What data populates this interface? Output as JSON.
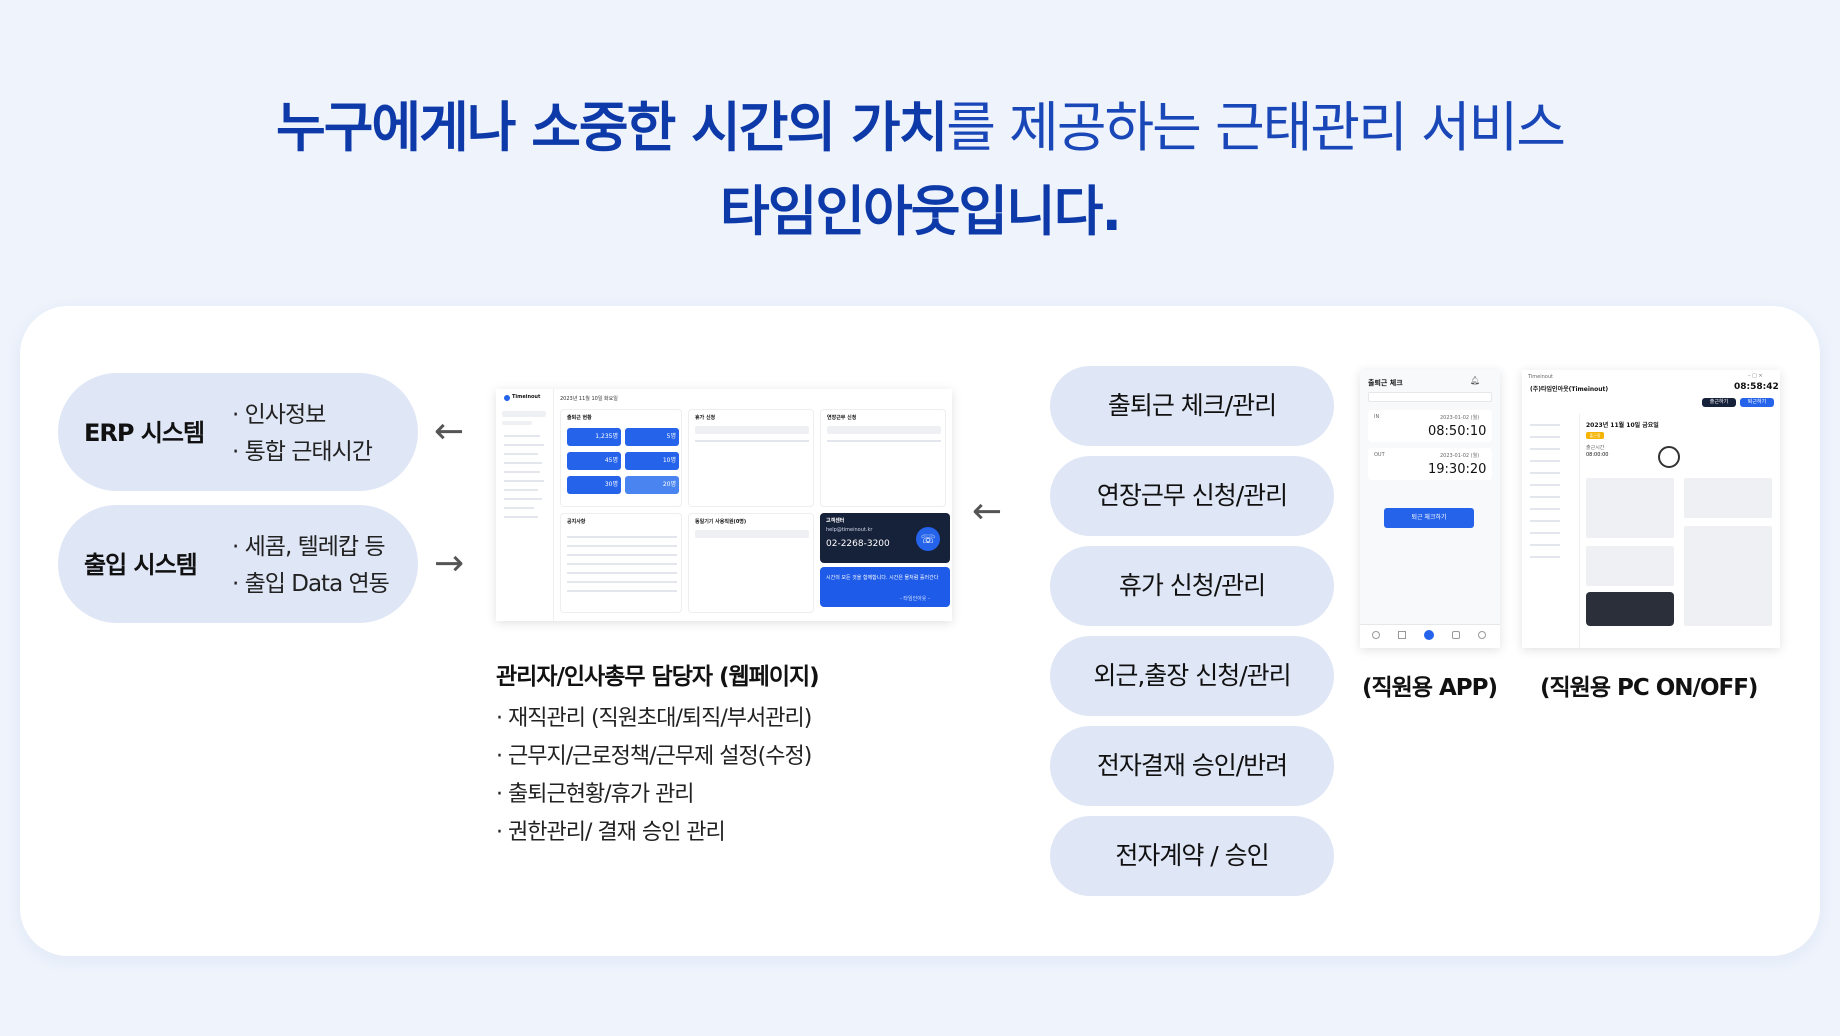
{
  "headline": {
    "line1_bold": "누구에게나 소중한 시간의 가치",
    "line1_normal": "를 제공하는 근태관리 서비스",
    "line2": "타임인아웃입니다."
  },
  "systems": [
    {
      "name": "ERP 시스템",
      "items": [
        "· 인사정보",
        "· 통합 근태시간"
      ]
    },
    {
      "name": "출입 시스템",
      "items": [
        "· 세콤, 텔레캅 등",
        "· 출입 Data 연동"
      ]
    }
  ],
  "admin": {
    "caption": "관리자/인사총무 담당자 (웹페이지)",
    "items": [
      "· 재직관리 (직원초대/퇴직/부서관리)",
      "· 근무지/근로정책/근무제 설정(수정)",
      "· 출퇴근현황/휴가 관리",
      "· 권한관리/ 결재 승인 관리"
    ]
  },
  "features": [
    "출퇴근 체크/관리",
    "연장근무 신청/관리",
    "휴가 신청/관리",
    "외근,출장 신청/관리",
    "전자결재 승인/반려",
    "전자계약 / 승인"
  ],
  "captions": {
    "app": "(직원용 APP)",
    "pc": "(직원용 PC ON/OFF)"
  },
  "web_shot": {
    "brand": "Timeinout",
    "date": "2023년 11월 10일 화요일",
    "card1_title": "출퇴근 현황",
    "card2_title": "휴가 신청",
    "card3_title": "연장근무 신청",
    "card4_title": "공지사항",
    "card5_title": "동일기기 사용직원(0명)",
    "stat1": "1,235명",
    "stat2": "5명",
    "stat3": "45명",
    "stat4": "10명",
    "stat5": "30명",
    "stat6": "20명",
    "support_title": "고객센터",
    "support_email": "help@timeinout.kr",
    "support_phone": "02-2268-3200",
    "promo": "시간의 모든 것을 함께합니다. 시간은 물처럼 흘러간다",
    "promo_sig": "- 타임인아웃 -"
  },
  "app_shot": {
    "title": "출퇴근 체크",
    "in_label": "IN",
    "in_date": "2023-01-02 (월)",
    "in_time": "08:50:10",
    "out_label": "OUT",
    "out_date": "2023-01-02 (월)",
    "out_time": "19:30:20",
    "button": "퇴근 체크하기"
  },
  "pc_shot": {
    "brand": "Timeinout",
    "company": "(주)타임인아웃(Timeinout)",
    "clock": "08:58:42",
    "date": "2023년 11월 10일 금요일",
    "badge": "출근중",
    "start_label": "출근시간",
    "start_time": "08:00:00",
    "btn_in": "출근하기",
    "btn_out": "퇴근하기"
  },
  "colors": {
    "headline": "#0d3aa8",
    "pill": "#dfe6f5",
    "accent": "#2563eb",
    "background": "#eef3fc"
  }
}
